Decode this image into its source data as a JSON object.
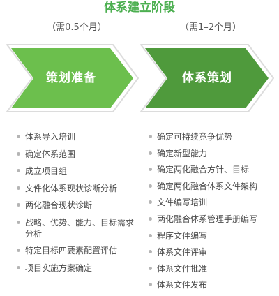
{
  "title": "体系建立阶段",
  "colors": {
    "title": "#4caf50",
    "arrow_light_fill": "#6cbf4d",
    "arrow_dark_fill": "#4f9a3c",
    "arrow_outline": "#dcdcdc",
    "bullet": "#b5b5b5"
  },
  "phases": [
    {
      "duration": "（需0.5个月）",
      "label": "策划准备",
      "items": [
        "体系导入培训",
        "确定体系范围",
        "成立项目组",
        "文件化体系现状诊断分析",
        "两化融合现状诊断",
        "战略、优势、能力、目标需求分析",
        "特定目标四要素配置评估",
        "项目实施方案确定"
      ]
    },
    {
      "duration": "（需1–2个月）",
      "label": "体系策划",
      "items": [
        "确定可持续竞争优势",
        "确定新型能力",
        "确定两化融合方针、目标",
        "确定两化融合体系文件架构",
        "文件编写培训",
        "两化融合体系管理手册编写",
        "程序文件编写",
        "体系文件评审",
        "体系文件批准",
        "体系文件发布"
      ]
    }
  ]
}
